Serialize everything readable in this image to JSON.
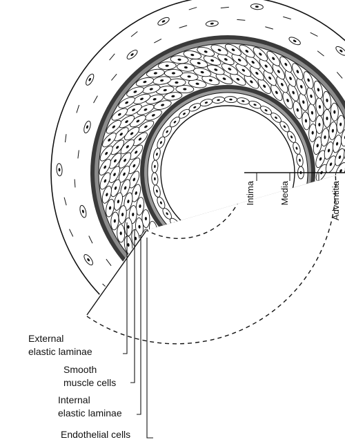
{
  "layer_labels": {
    "intima": "Intima",
    "media": "Media",
    "adventitia": "Adventitia"
  },
  "callouts": {
    "external_elastic_line1": "External",
    "external_elastic_line2": "elastic laminae",
    "smooth_muscle_line1": "Smooth",
    "smooth_muscle_line2": "muscle cells",
    "internal_elastic_line1": "Internal",
    "internal_elastic_line2": "elastic laminae",
    "endothelial": "Endothelial cells"
  },
  "colors": {
    "ink": "#111111",
    "lamina_gray": "#8c8c8c",
    "external_lamina_dark": "#3a3a3a",
    "background": "#ffffff"
  }
}
